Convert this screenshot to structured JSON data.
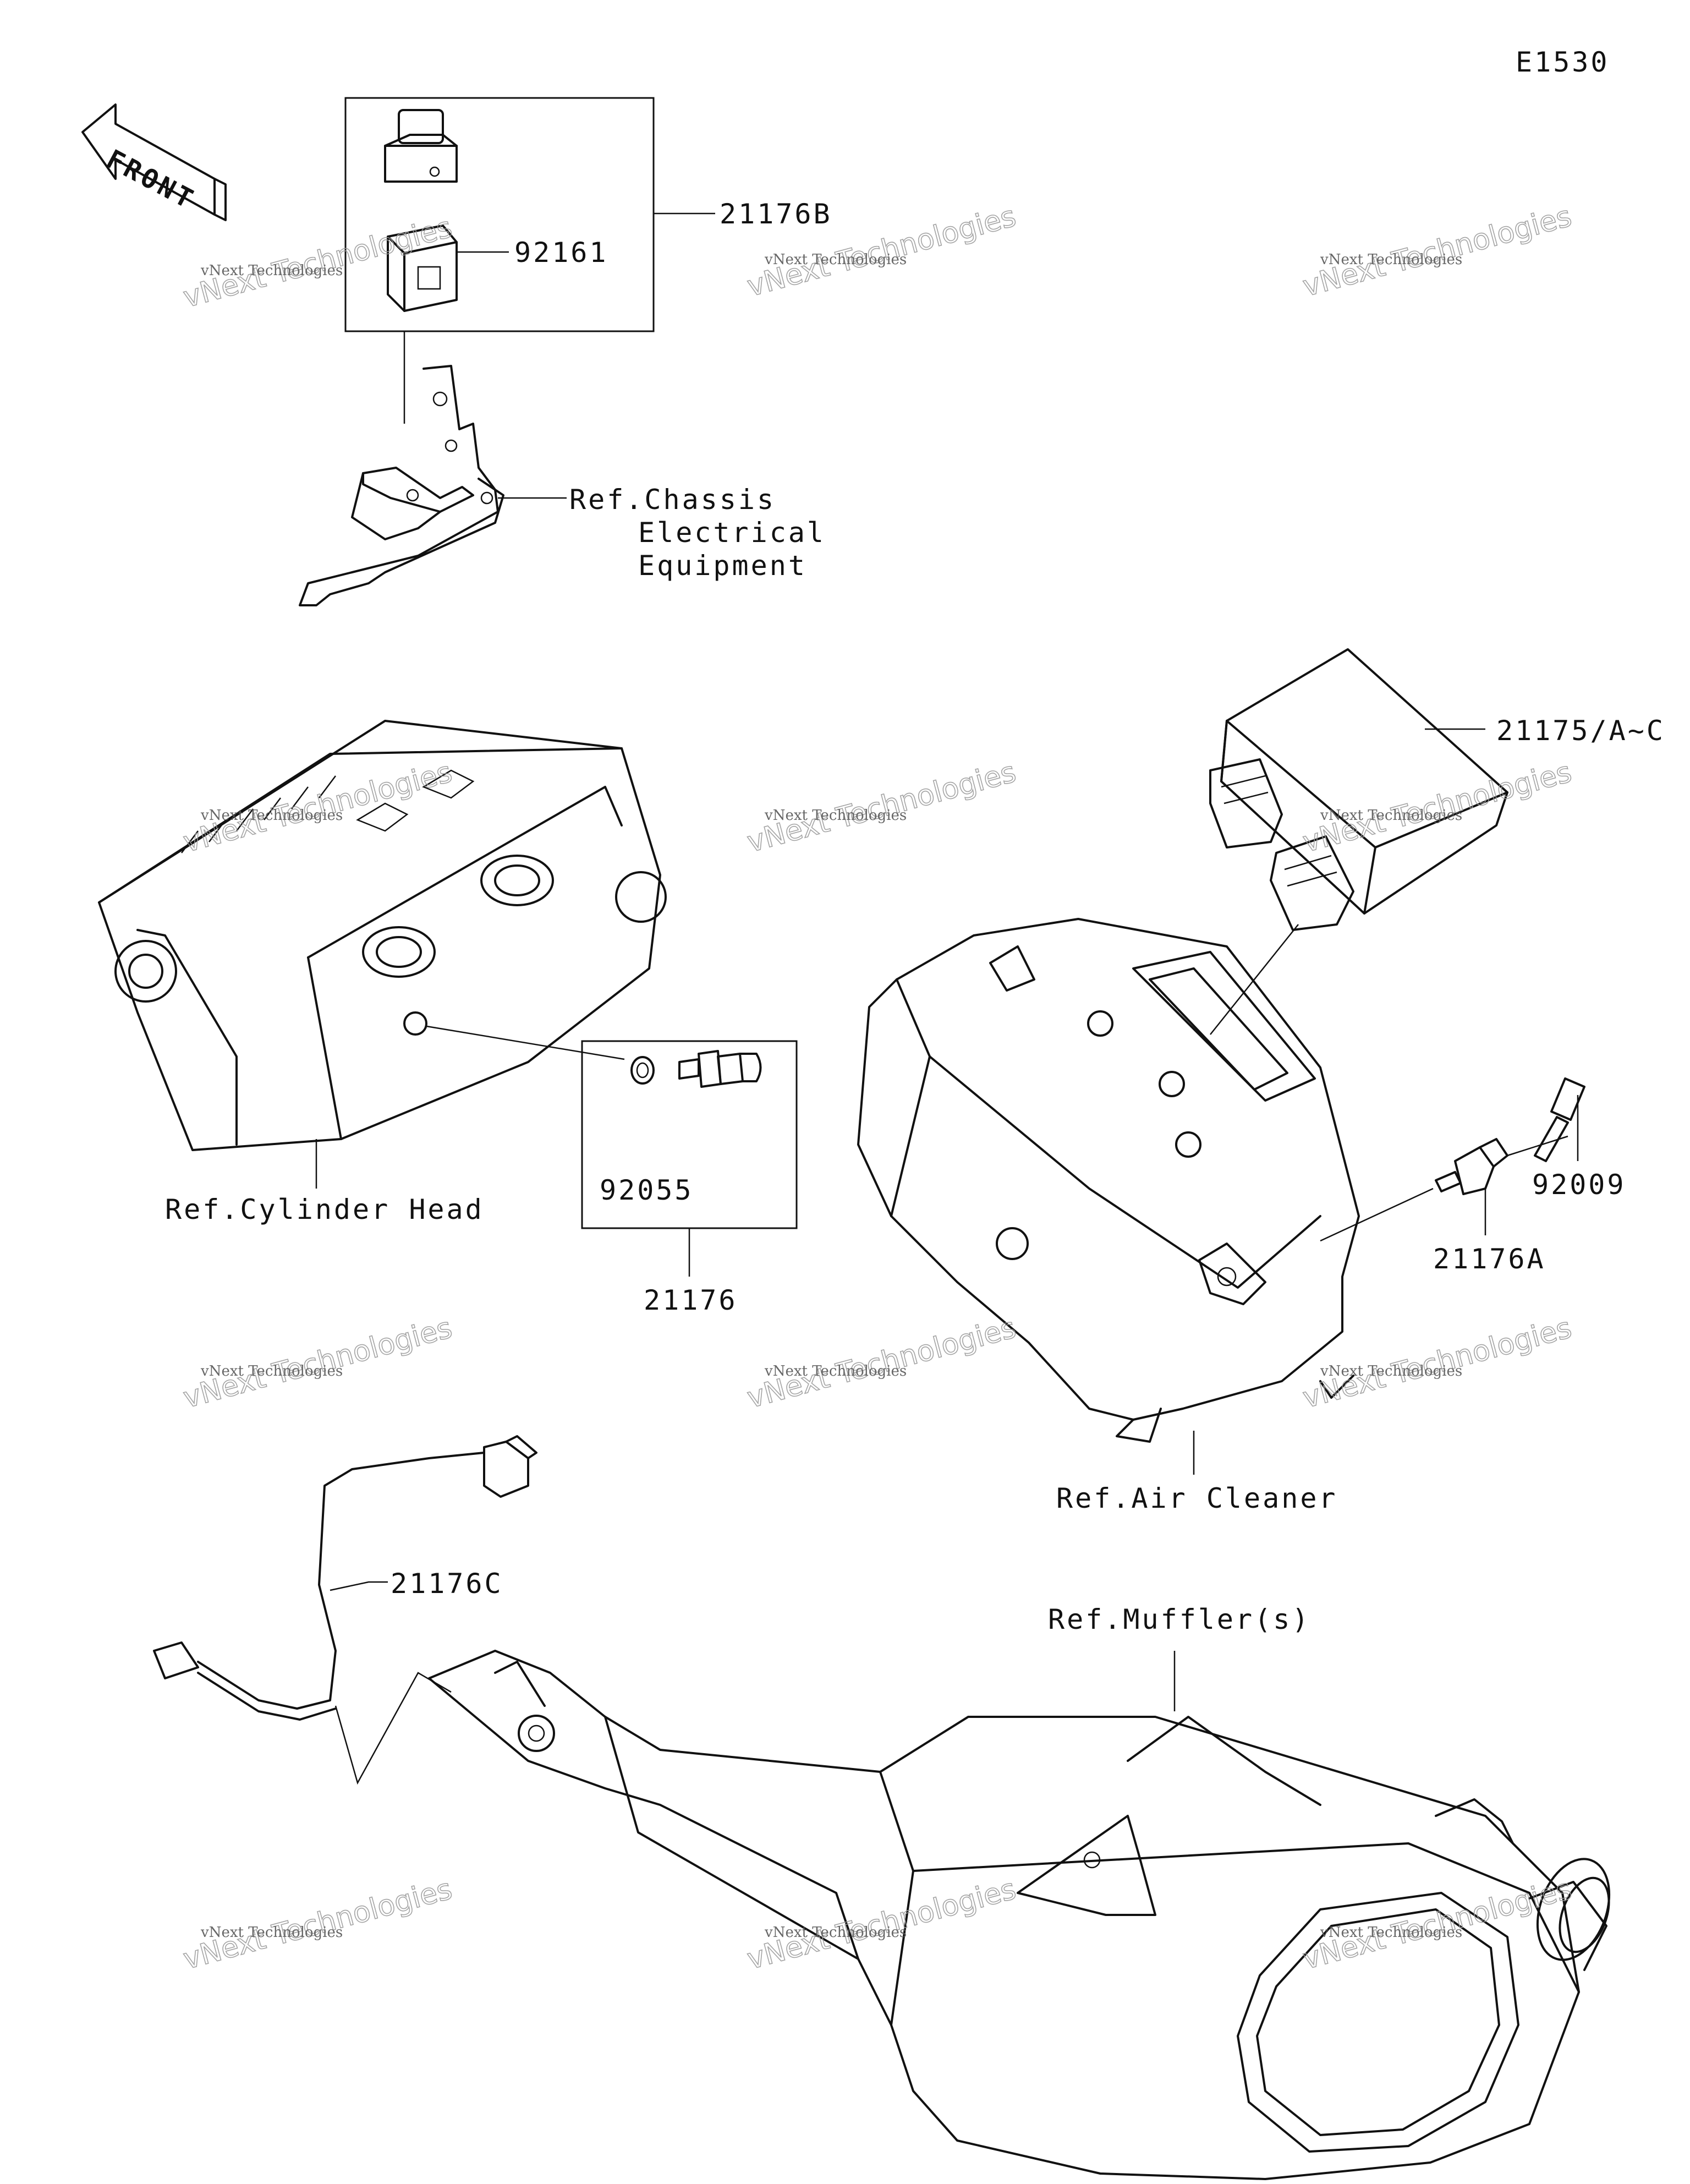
{
  "diagram_code": "E1530",
  "front_arrow": {
    "label": "FRONT",
    "icon": "front-direction-arrow-icon"
  },
  "watermark": {
    "line1": "vNext Technologies",
    "line2": "vNext Technologies"
  },
  "callouts": {
    "p21176B": "21176B",
    "p92161": "92161",
    "ref_chassis_1": "Ref.Chassis",
    "ref_chassis_2": "Electrical",
    "ref_chassis_3": "Equipment",
    "p21175": "21175/A~C",
    "ref_cylinder_head": "Ref.Cylinder Head",
    "p92055": "92055",
    "p21176": "21176",
    "p92009": "92009",
    "p21176A": "21176A",
    "ref_air_cleaner": "Ref.Air Cleaner",
    "p21176C": "21176C",
    "ref_mufflers": "Ref.Muffler(s)"
  }
}
